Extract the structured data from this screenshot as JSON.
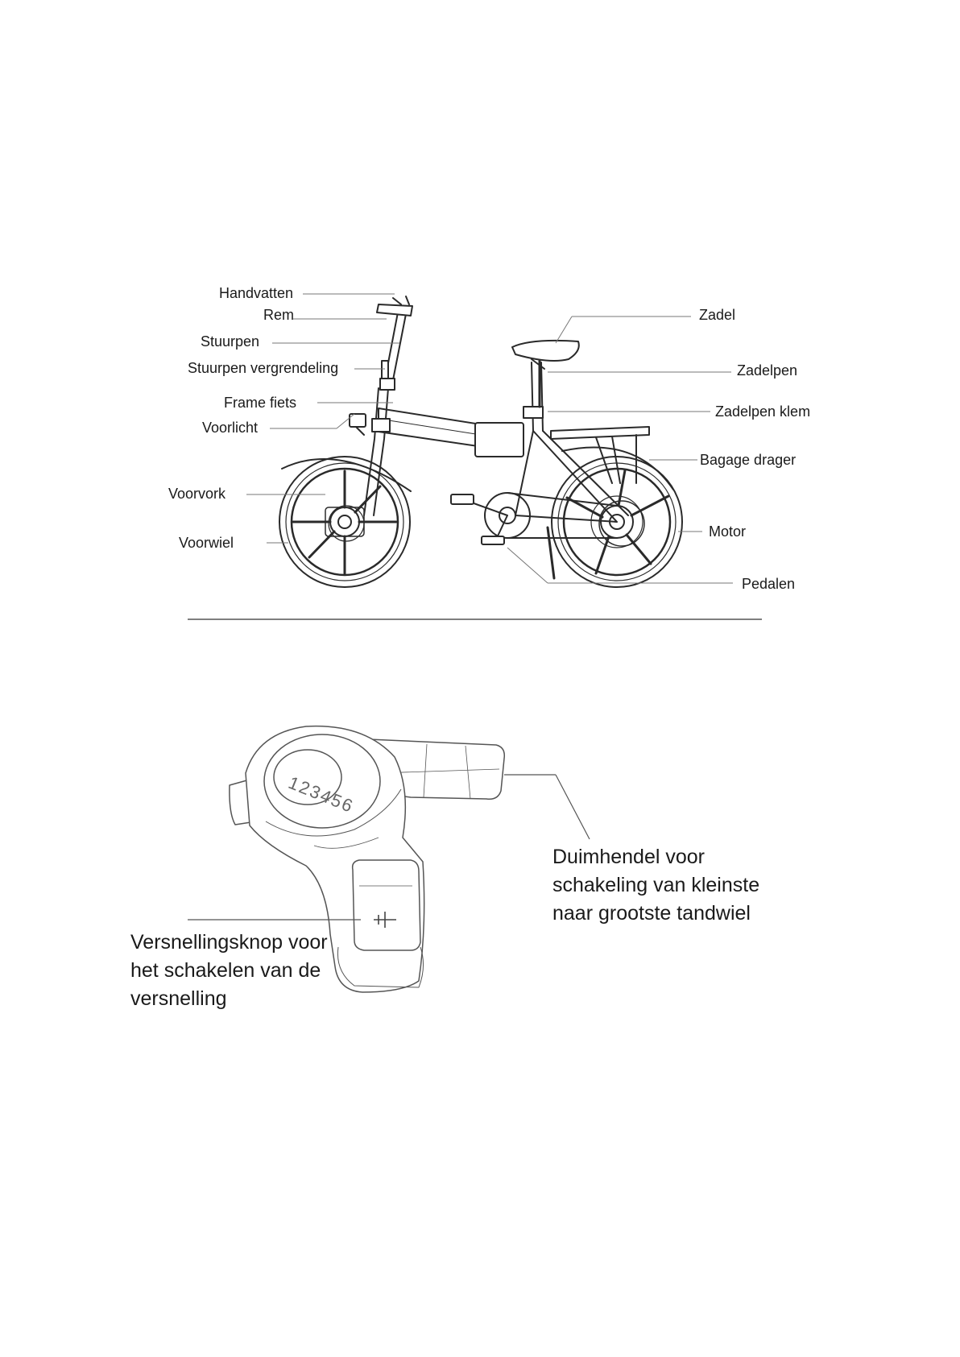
{
  "bike_labels": {
    "handvatten": "Handvatten",
    "rem": "Rem",
    "stuurpen": "Stuurpen",
    "stuurpen_vergrendeling": "Stuurpen vergrendeling",
    "frame_fiets": "Frame fiets",
    "voorlicht": "Voorlicht",
    "voorvork": "Voorvork",
    "voorwiel": "Voorwiel",
    "zadel": "Zadel",
    "zadelpen": "Zadelpen",
    "zadelpen_klem": "Zadelpen klem",
    "bagage_drager": "Bagage drager",
    "motor": "Motor",
    "pedalen": "Pedalen"
  },
  "shifter": {
    "gear_numbers": "123456",
    "thumb_lever_label": "Duimhendel voor schakeling van kleinste naar grootste tandwiel",
    "gear_button_label": "Versnellingsknop voor het schakelen van de versnelling"
  }
}
